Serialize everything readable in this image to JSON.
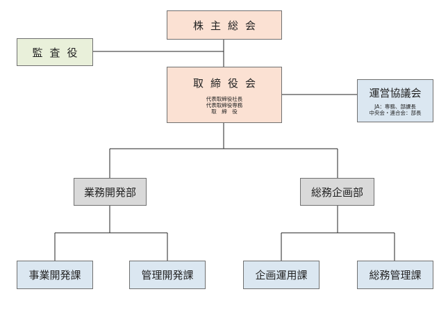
{
  "nodes": {
    "shareholders": {
      "label": "株主総会"
    },
    "auditor": {
      "label": "監査役"
    },
    "board": {
      "label": "取締役会",
      "members": [
        "代表取締役社長",
        "代表取締役専務",
        "取　締　役"
      ]
    },
    "steering": {
      "label": "運営協議会",
      "members": [
        "JA：専務、部課長",
        "中央会・連合会：部長"
      ]
    },
    "business_dev_dept": {
      "label": "業務開発部"
    },
    "general_planning_dept": {
      "label": "総務企画部"
    },
    "business_dev_section": {
      "label": "事業開発課"
    },
    "management_dev_section": {
      "label": "管理開発課"
    },
    "planning_ops_section": {
      "label": "企画運用課"
    },
    "general_admin_section": {
      "label": "総務管理課"
    }
  },
  "colors": {
    "top": "#fbe1d3",
    "auditor": "#e9f0da",
    "steering": "#dbe7f1",
    "department": "#d9d9d9",
    "section": "#dbe7f1",
    "connector": "#222222"
  }
}
